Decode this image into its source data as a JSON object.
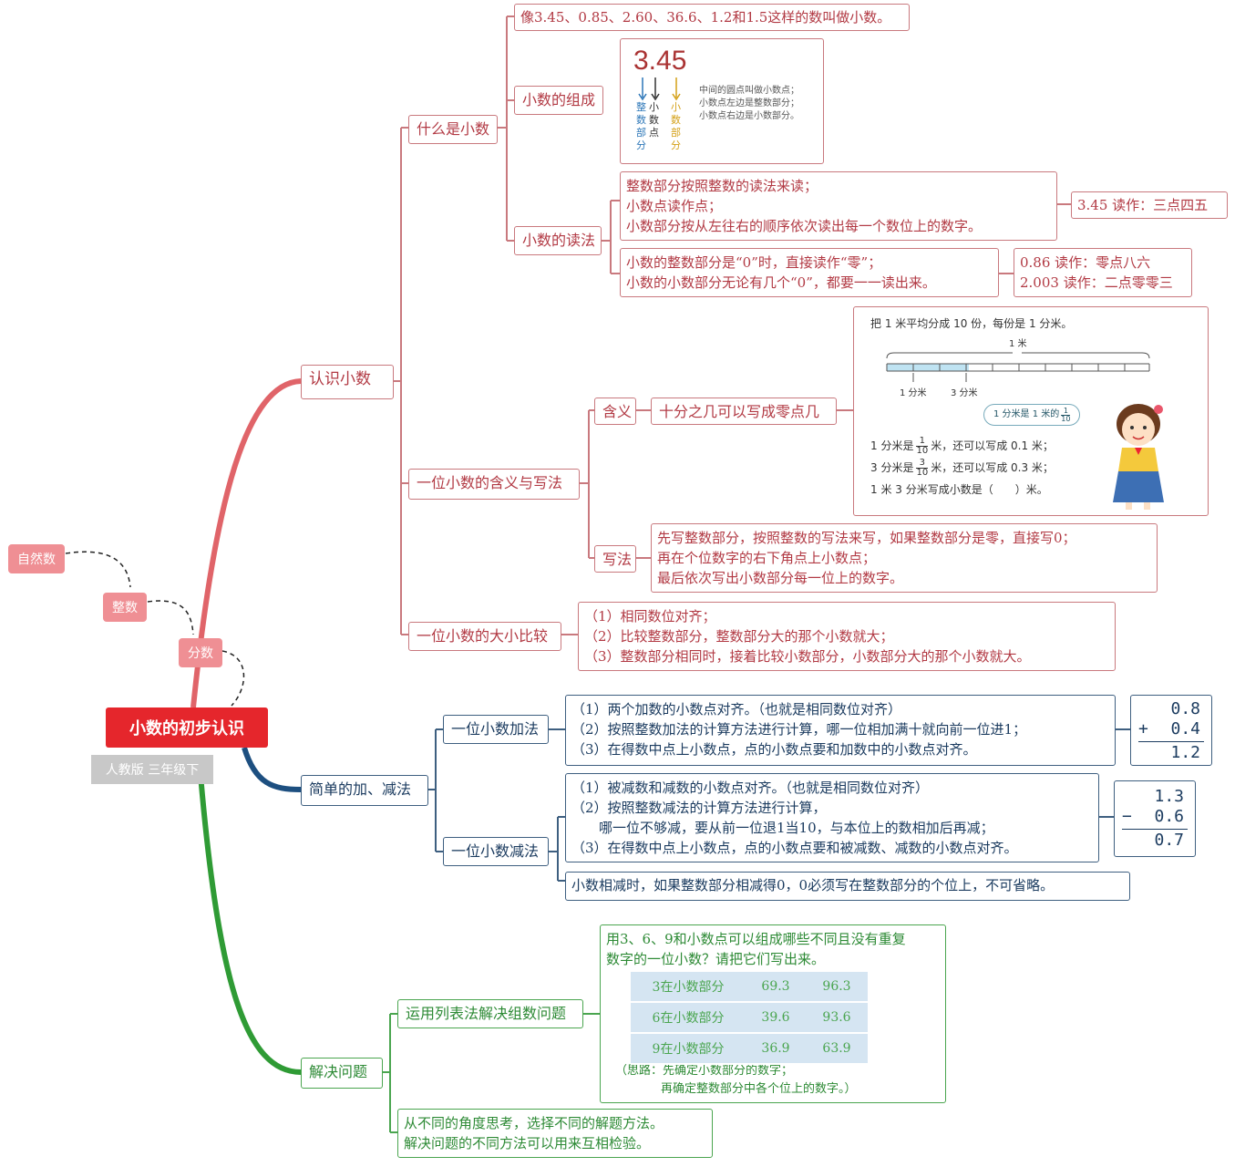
{
  "root": {
    "title": "小数的初步认识",
    "subtitle": "人教版 三年级下"
  },
  "chain": [
    "自然数",
    "整数",
    "分数"
  ],
  "branch1": {
    "label": "认识小数",
    "what": {
      "label": "什么是小数",
      "definition": "像3.45、0.85、2.60、36.6、1.2和1.5这样的数叫做小数。",
      "composition": {
        "label": "小数的组成",
        "number": "3.45",
        "parts": [
          "整数部分",
          "小数点",
          "小数部分"
        ],
        "notes": [
          "中间的圆点叫做小数点；",
          "小数点左边是整数部分；",
          "小数点右边是小数部分。"
        ]
      },
      "reading": {
        "label": "小数的读法",
        "rules1": [
          "整数部分按照整数的读法来读；",
          "小数点读作点；",
          "小数部分按从左往右的顺序依次读出每一个数位上的数字。"
        ],
        "example1": "3.45  读作：三点四五",
        "rules2": [
          "小数的整数部分是“0”时，直接读作“零”；",
          "小数的小数部分无论有几个“0”，都要一一读出来。"
        ],
        "example2": [
          "0.86  读作：零点八六",
          "2.003  读作：二点零零三"
        ]
      }
    },
    "one_place": {
      "label": "一位小数的含义与写法",
      "meaning": {
        "label": "含义",
        "text": "十分之几可以写成零点几",
        "picture": {
          "caption": "把 1 米平均分成 10 份，每份是 1 分米。",
          "ruler_label": "1 米",
          "tick_1": "1 分米",
          "tick_3": "3 分米",
          "bubble": "1 分米是 1 米的",
          "lines": [
            "1 分米是",
            "米，还可以写成 0.1 米；",
            "3 分米是",
            "米，还可以写成 0.3 米；",
            "1 米 3 分米写成小数是（　　）米。"
          ],
          "frac_1": {
            "num": "1",
            "den": "10"
          },
          "frac_3": {
            "num": "3",
            "den": "10"
          }
        }
      },
      "writing": {
        "label": "写法",
        "lines": [
          "先写整数部分，按照整数的写法来写，如果整数部分是零，直接写0；",
          "再在个位数字的右下角点上小数点；",
          "最后依次写出小数部分每一位上的数字。"
        ]
      }
    },
    "compare": {
      "label": "一位小数的大小比较",
      "lines": [
        "（1）相同数位对齐；",
        "（2）比较整数部分，整数部分大的那个小数就大；",
        "（3）整数部分相同时，接着比较小数部分，小数部分大的那个小数就大。"
      ]
    }
  },
  "branch2": {
    "label": "简单的加、减法",
    "add": {
      "label": "一位小数加法",
      "lines": [
        "（1）两个加数的小数点对齐。（也就是相同数位对齐）",
        "（2）按照整数加法的计算方法进行计算，哪一位相加满十就向前一位进1；",
        "（3）在得数中点上小数点，点的小数点要和加数中的小数点对齐。"
      ],
      "example": {
        "a": "0.8",
        "op": "+",
        "b": "0.4",
        "result": "1.2"
      }
    },
    "sub": {
      "label": "一位小数减法",
      "lines": [
        "（1）被减数和减数的小数点对齐。（也就是相同数位对齐）",
        "（2）按照整数减法的计算方法进行计算，",
        "　　哪一位不够减，要从前一位退1当10，与本位上的数相加后再减；",
        "（3）在得数中点上小数点，点的小数点要和被减数、减数的小数点对齐。"
      ],
      "note": "小数相减时，如果整数部分相减得0，0必须写在整数部分的个位上，不可省略。",
      "example": {
        "a": "1.3",
        "op": "−",
        "b": "0.6",
        "result": "0.7"
      }
    }
  },
  "branch3": {
    "label": "解决问题",
    "table_method": {
      "label": "运用列表法解决组数问题",
      "question": [
        "用3、6、9和小数点可以组成哪些不同且没有重复",
        "数字的一位小数？请把它们写出来。"
      ],
      "rows": [
        [
          "3在小数部分",
          "69.3",
          "96.3"
        ],
        [
          "6在小数部分",
          "39.6",
          "93.6"
        ],
        [
          "9在小数部分",
          "36.9",
          "63.9"
        ]
      ],
      "hint": [
        "（思路：先确定小数部分的数字；",
        "再确定整数部分中各个位上的数字。）"
      ]
    },
    "other": [
      "从不同的角度思考，选择不同的解题方法。",
      "解决问题的不同方法可以用来互相检验。"
    ]
  },
  "colors": {
    "red_branch": "#e06469",
    "blue_branch": "#1d4f80",
    "green_branch": "#2f9b35",
    "root": "#e5262c"
  }
}
